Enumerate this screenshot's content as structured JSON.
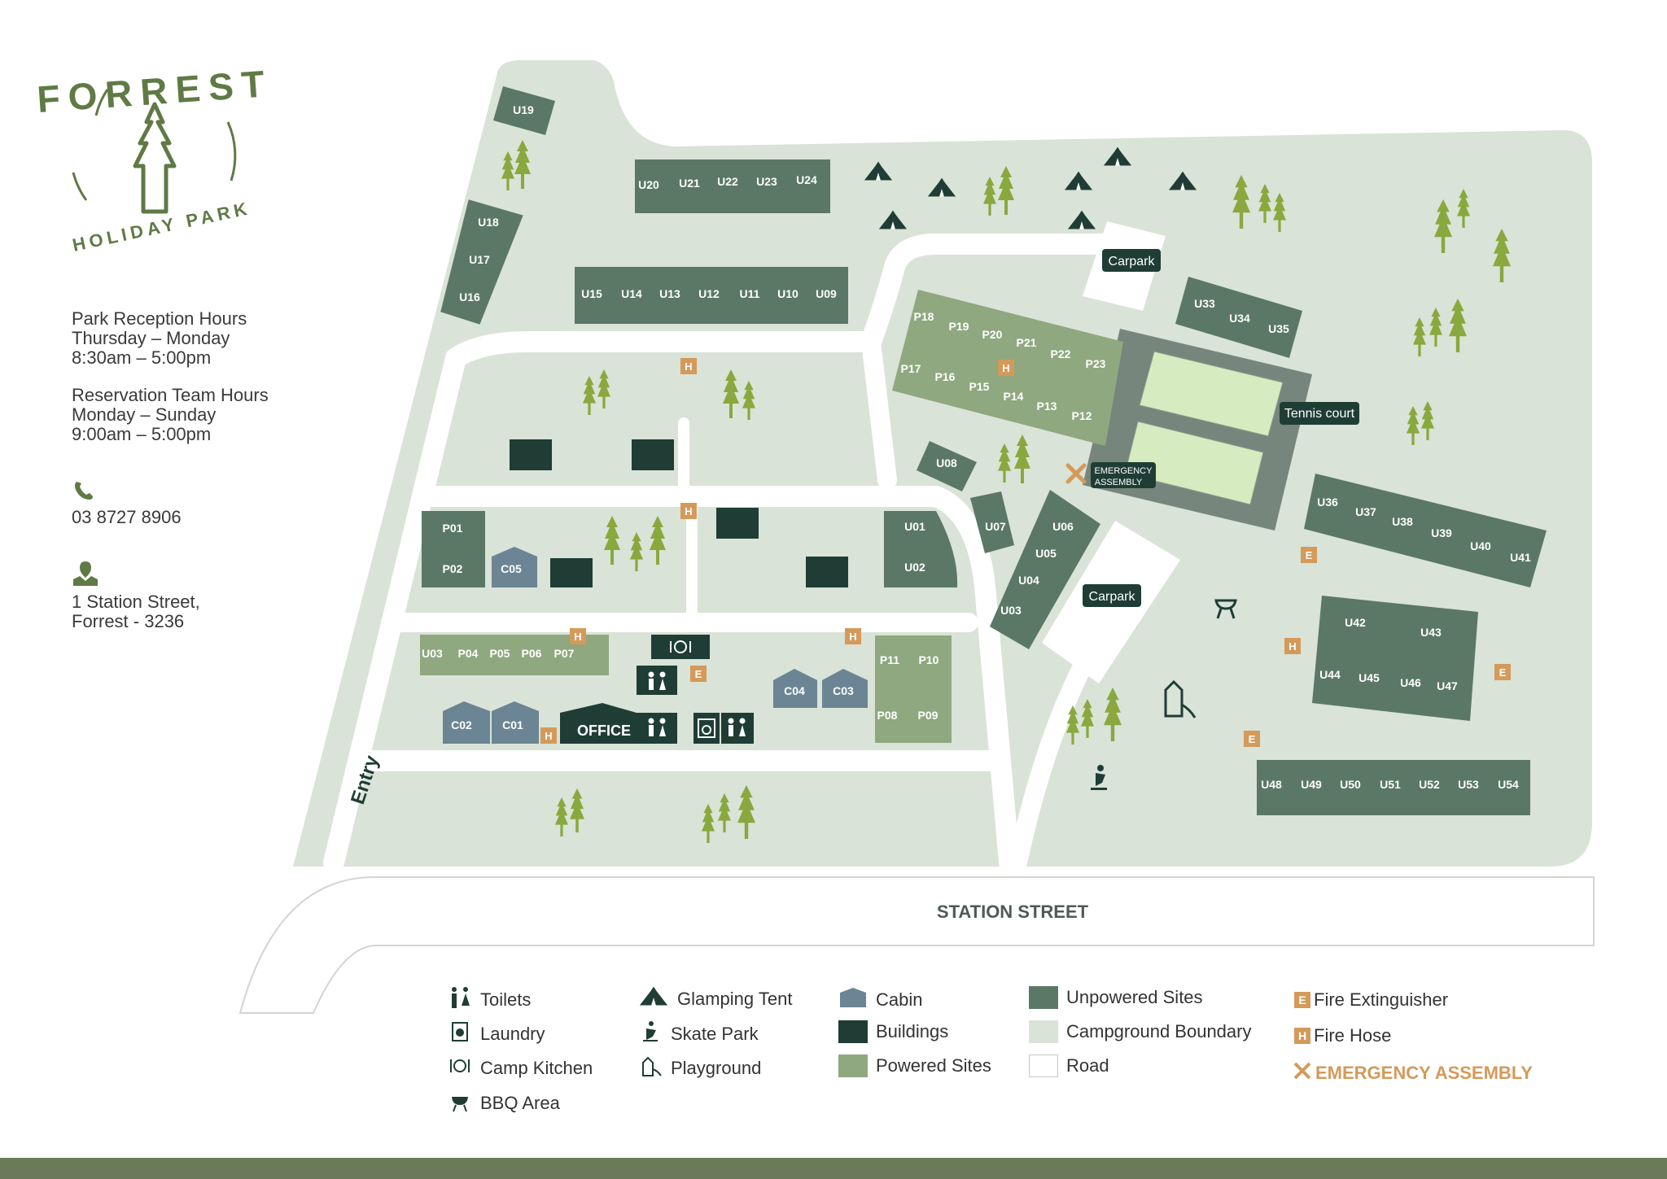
{
  "brand": {
    "name_top": "FORREST",
    "name_bottom": "HOLIDAY PARK"
  },
  "info": {
    "reception_title": "Park Reception Hours",
    "reception_days": "Thursday – Monday",
    "reception_time": "8:30am – 5:00pm",
    "reservation_title": "Reservation Team Hours",
    "reservation_days": "Monday – Sunday",
    "reservation_time": "9:00am – 5:00pm",
    "phone": "03 8727 8906",
    "address_line1": "1 Station Street,",
    "address_line2": "Forrest - 3236"
  },
  "map": {
    "street": "STATION STREET",
    "entry": "Entry",
    "carpark": "Carpark",
    "tennis": "Tennis court",
    "emergency": [
      "EMERGENCY",
      "ASSEMBLY"
    ],
    "office": "OFFICE",
    "hose_mark": "H",
    "ext_mark": "E"
  },
  "legend": {
    "toilets": "Toilets",
    "laundry": "Laundry",
    "camp_kitchen": "Camp Kitchen",
    "bbq": "BBQ Area",
    "glamping": "Glamping Tent",
    "skate": "Skate Park",
    "playground": "Playground",
    "cabin": "Cabin",
    "buildings": "Buildings",
    "powered": "Powered Sites",
    "unpowered": "Unpowered Sites",
    "boundary": "Campground Boundary",
    "road": "Road",
    "extinguisher": "Fire Extinguisher",
    "hose": "Fire Hose",
    "assembly": "EMERGENCY ASSEMBLY"
  },
  "colors": {
    "boundary": "#d9e3d7",
    "road": "#ffffff",
    "unpowered": "#5a7865",
    "powered": "#8fa87f",
    "cabin": "#6b8594",
    "building": "#1f3d35",
    "tree": "#8aa83e",
    "hydrant": "#d49a5a",
    "brand": "#5f7a45",
    "footer": "#6b7a59"
  },
  "icons": [
    "toilet-icon",
    "laundry-icon",
    "camp-kitchen-icon",
    "bbq-icon",
    "glamping-tent-icon",
    "skate-park-icon",
    "playground-icon",
    "phone-icon",
    "location-icon",
    "tree-icon"
  ],
  "sites": {
    "U19": "U19",
    "U18": "U18",
    "U17": "U17",
    "U16": "U16",
    "U20": "U20",
    "U21": "U21",
    "U22": "U22",
    "U23": "U23",
    "U24": "U24",
    "U15": "U15",
    "U14": "U14",
    "U13": "U13",
    "U12": "U12",
    "U11": "U11",
    "U10": "U10",
    "U09": "U09",
    "P18": "P18",
    "P19": "P19",
    "P20": "P20",
    "P21": "P21",
    "P22": "P22",
    "P23": "P23",
    "P17": "P17",
    "P16": "P16",
    "P15": "P15",
    "P14": "P14",
    "P13": "P13",
    "P12": "P12",
    "U33": "U33",
    "U34": "U34",
    "U35": "U35",
    "U08": "U08",
    "U07": "U07",
    "U06": "U06",
    "U05": "U05",
    "U04": "U04",
    "U03b": "U03",
    "P01": "P01",
    "P02": "P02",
    "C05": "C05",
    "U01": "U01",
    "U02": "U02",
    "U03": "U03",
    "P04": "P04",
    "P05": "P05",
    "P06": "P06",
    "P07": "P07",
    "P11": "P11",
    "P10": "P10",
    "P08": "P08",
    "P09": "P09",
    "C04": "C04",
    "C03": "C03",
    "C02": "C02",
    "C01": "C01",
    "U36": "U36",
    "U37": "U37",
    "U38": "U38",
    "U39": "U39",
    "U40": "U40",
    "U41": "U41",
    "U42": "U42",
    "U43": "U43",
    "U44": "U44",
    "U45": "U45",
    "U46": "U46",
    "U47": "U47",
    "U48": "U48",
    "U49": "U49",
    "U50": "U50",
    "U51": "U51",
    "U52": "U52",
    "U53": "U53",
    "U54": "U54"
  }
}
